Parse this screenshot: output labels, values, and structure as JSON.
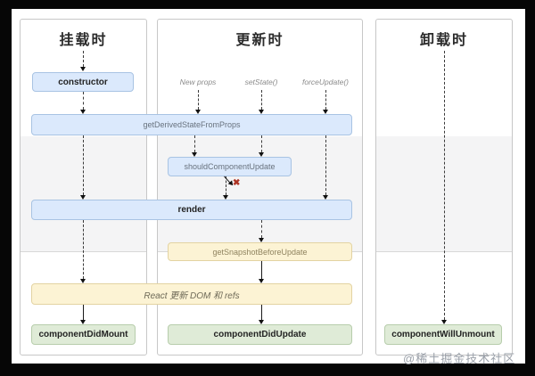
{
  "diagram": {
    "columns": {
      "mounting": {
        "title": "挂载时"
      },
      "updating": {
        "title": "更新时"
      },
      "unmounting": {
        "title": "卸载时"
      }
    },
    "triggers": {
      "new_props": "New props",
      "set_state": "setState()",
      "force_update": "forceUpdate()"
    },
    "boxes": {
      "constructor": "constructor",
      "get_derived_state_from_props": "getDerivedStateFromProps",
      "should_component_update": "shouldComponentUpdate",
      "render": "render",
      "get_snapshot_before_update": "getSnapshotBeforeUpdate",
      "react_updates_dom": "React 更新 DOM 和 refs",
      "component_did_mount": "componentDidMount",
      "component_did_update": "componentDidUpdate",
      "component_will_unmount": "componentWillUnmount"
    },
    "stop_mark": "✖",
    "colors": {
      "box_blue_bg": "#dbe9fc",
      "box_blue_border": "#a8c3e3",
      "box_yellow_bg": "#fcf3d4",
      "box_yellow_border": "#e3d3a2",
      "box_green_bg": "#dfebd7",
      "box_green_border": "#b7cdac",
      "stop_red": "#ad3425",
      "phase_band_bg": "#f4f4f5"
    }
  },
  "watermark": "@稀土掘金技术社区"
}
